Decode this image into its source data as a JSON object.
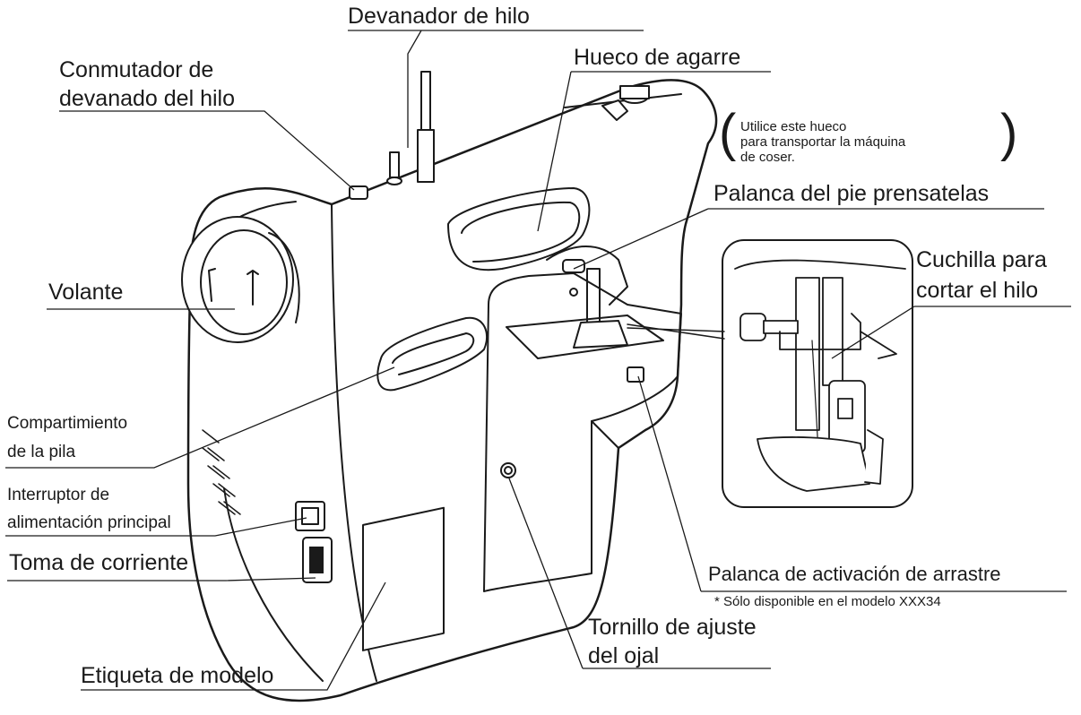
{
  "labels": {
    "devanador": "Devanador de hilo",
    "conmutador_1": "Conmutador de",
    "conmutador_2": "devanado del hilo",
    "hueco": "Hueco de agarre",
    "hueco_note_1": "Utilice este hueco",
    "hueco_note_2": "para transportar la máquina",
    "hueco_note_3": "de coser.",
    "palanca_pie": "Palanca del pie prensatelas",
    "cuchilla_1": "Cuchilla para",
    "cuchilla_2": "cortar el hilo",
    "volante": "Volante",
    "compartimiento_1": "Compartimiento",
    "compartimiento_2": "de la pila",
    "interruptor_1": "Interruptor de",
    "interruptor_2": "alimentación principal",
    "toma": "Toma de corriente",
    "palanca_arrastre": "Palanca de activación de arrastre",
    "arrastre_note": "*  Sólo disponible en el modelo XXX34",
    "tornillo_1": "Tornillo de ajuste",
    "tornillo_2": "del ojal",
    "etiqueta": "Etiqueta de modelo"
  },
  "paren_open": "(",
  "paren_close": ")"
}
